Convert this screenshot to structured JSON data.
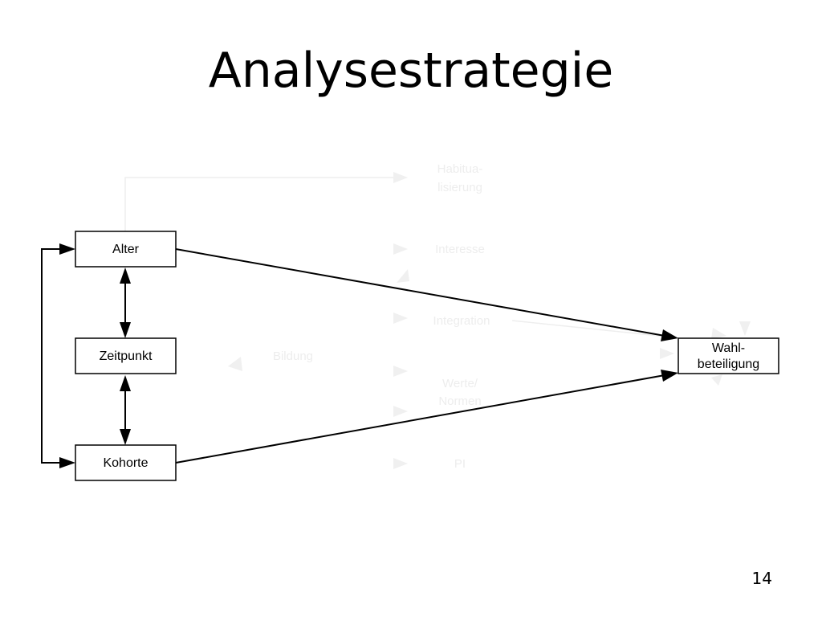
{
  "slide": {
    "title": "Analysestrategie",
    "page_number": "14"
  },
  "diagram": {
    "nodes": {
      "alter": "Alter",
      "zeitpunkt": "Zeitpunkt",
      "kohorte": "Kohorte",
      "wahlbeteiligung_line1": "Wahl-",
      "wahlbeteiligung_line2": "beteiligung"
    },
    "hidden_nodes": {
      "habitualisierung_line1": "Habitua-",
      "habitualisierung_line2": "lisierung",
      "interesse": "Interesse",
      "integration": "Integration",
      "bildung": "Bildung",
      "werte_line1": "Werte/",
      "werte_line2": "Normen",
      "pi": "PI"
    },
    "colors": {
      "line": "#000000",
      "ghost": "#eeeeee"
    }
  }
}
